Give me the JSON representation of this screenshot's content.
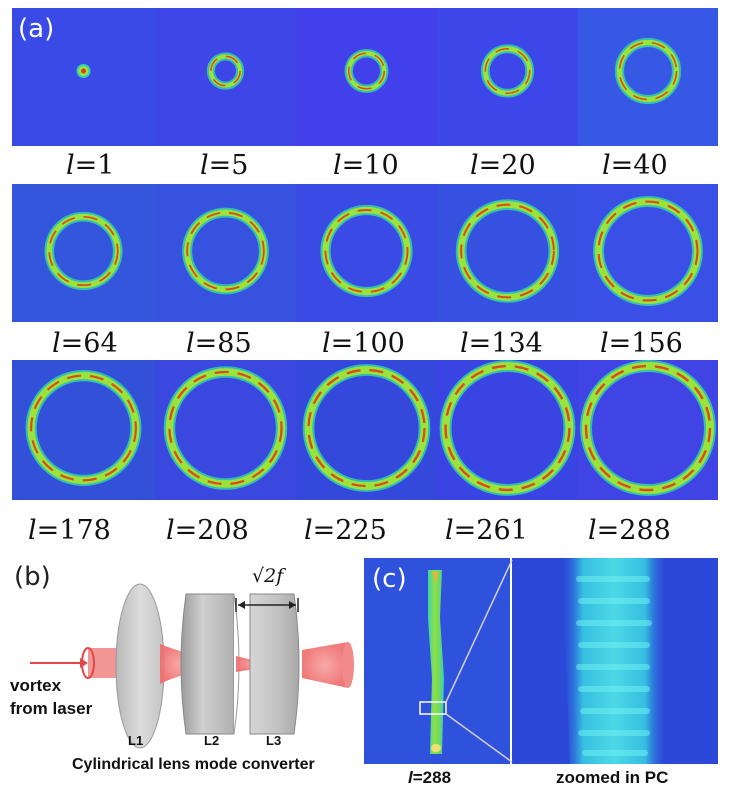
{
  "panel_a": {
    "letter": "(a)",
    "label_symbol": "l",
    "rows": [
      {
        "tiles": [
          {
            "value": "1",
            "color": "#3a4ae6"
          },
          {
            "value": "5",
            "color": "#3e46e8"
          },
          {
            "value": "10",
            "color": "#4140ea"
          },
          {
            "value": "20",
            "color": "#3d47e9"
          },
          {
            "value": "40",
            "color": "#3658e4"
          }
        ]
      },
      {
        "tiles": [
          {
            "value": "64",
            "color": "#3456dc"
          },
          {
            "value": "85",
            "color": "#3652de"
          },
          {
            "value": "100",
            "color": "#3a4ae4"
          },
          {
            "value": "134",
            "color": "#3650e0"
          },
          {
            "value": "156",
            "color": "#3a4fe6"
          }
        ]
      },
      {
        "tiles": [
          {
            "value": "178",
            "color": "#3250d8"
          },
          {
            "value": "208",
            "color": "#3a48e0"
          },
          {
            "value": "225",
            "color": "#3449dc"
          },
          {
            "value": "261",
            "color": "#3a44e2"
          },
          {
            "value": "288",
            "color": "#4044e4"
          }
        ]
      }
    ]
  },
  "panel_b": {
    "letter": "(b)",
    "distance_label": "√2f",
    "input_label_line1": "vortex",
    "input_label_line2": "from laser",
    "lens_labels": [
      "L1",
      "L2",
      "L3"
    ],
    "caption": "Cylindrical lens mode converter"
  },
  "panel_c": {
    "letter": "(c)",
    "left_caption_symbol": "l",
    "left_caption_value": "=288",
    "right_caption": "zoomed in PC"
  },
  "colors": {
    "background_blue": "#3a4ae4",
    "ring_outer": "#33d0b0",
    "ring_mid": "#9be33a",
    "ring_core": "#e03a1e",
    "beam": "#f27a7a",
    "lens_gray": "#c9c9c9"
  }
}
